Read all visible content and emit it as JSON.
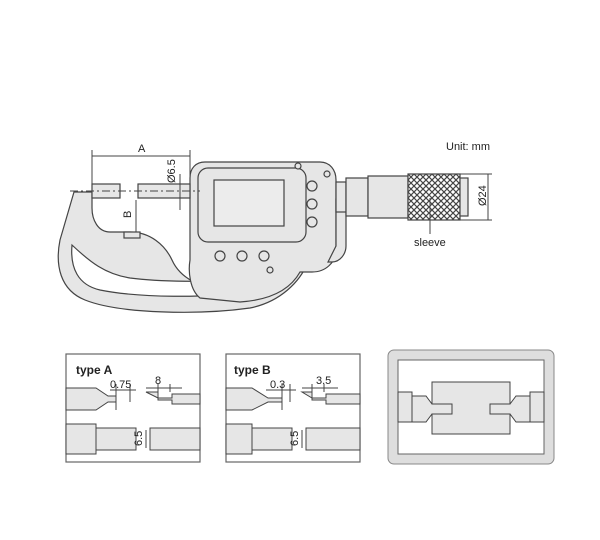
{
  "unit_label": "Unit: mm",
  "main_drawing": {
    "dim_a": "A",
    "dim_b": "B",
    "dim_spindle": "Ø6.5",
    "dim_sleeve": "Ø24",
    "sleeve_label": "sleeve"
  },
  "panel_a": {
    "title": "type A",
    "dim_tip": "0.75",
    "dim_blade": "8",
    "dim_dia": "6.5"
  },
  "panel_b": {
    "title": "type B",
    "dim_tip": "0.3",
    "dim_blade": "3.5",
    "dim_dia": "6.5"
  },
  "colors": {
    "body_fill": "#e6e6e6",
    "line": "#444444",
    "knurl": "#555555",
    "panel_border": "#666666"
  }
}
